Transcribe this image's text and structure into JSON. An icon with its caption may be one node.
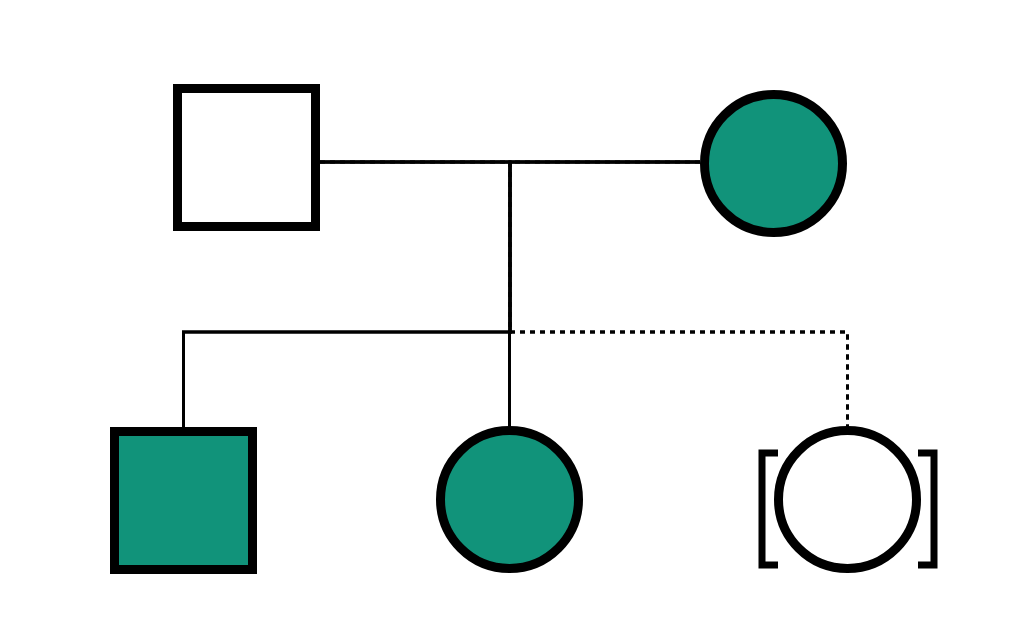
{
  "diagram": {
    "nodes": [
      {
        "text": [],
        "shape": "box"
      },
      {
        "text": [],
        "shape": "circle"
      },
      {
        "text": [],
        "shape": "box"
      },
      {
        "text": [],
        "shape": "circle"
      },
      {
        "text": [],
        "shape": "circle"
      }
    ],
    "edges": [
      {
        "from": 0,
        "to": 1,
        "arrow": "none"
      },
      {
        "from": 0,
        "to": 2,
        "arrow": "none"
      },
      {
        "from": 1,
        "to": 2,
        "arrow": "none"
      },
      {
        "from": 0,
        "to": 3,
        "arrow": "none"
      },
      {
        "from": 1,
        "to": 3,
        "arrow": "none"
      },
      {
        "from": 0,
        "to": 4,
        "arrow": "none",
        "style": "dashed"
      },
      {
        "from": 1,
        "to": 4,
        "arrow": "none",
        "style": "dashed"
      }
    ]
  }
}
